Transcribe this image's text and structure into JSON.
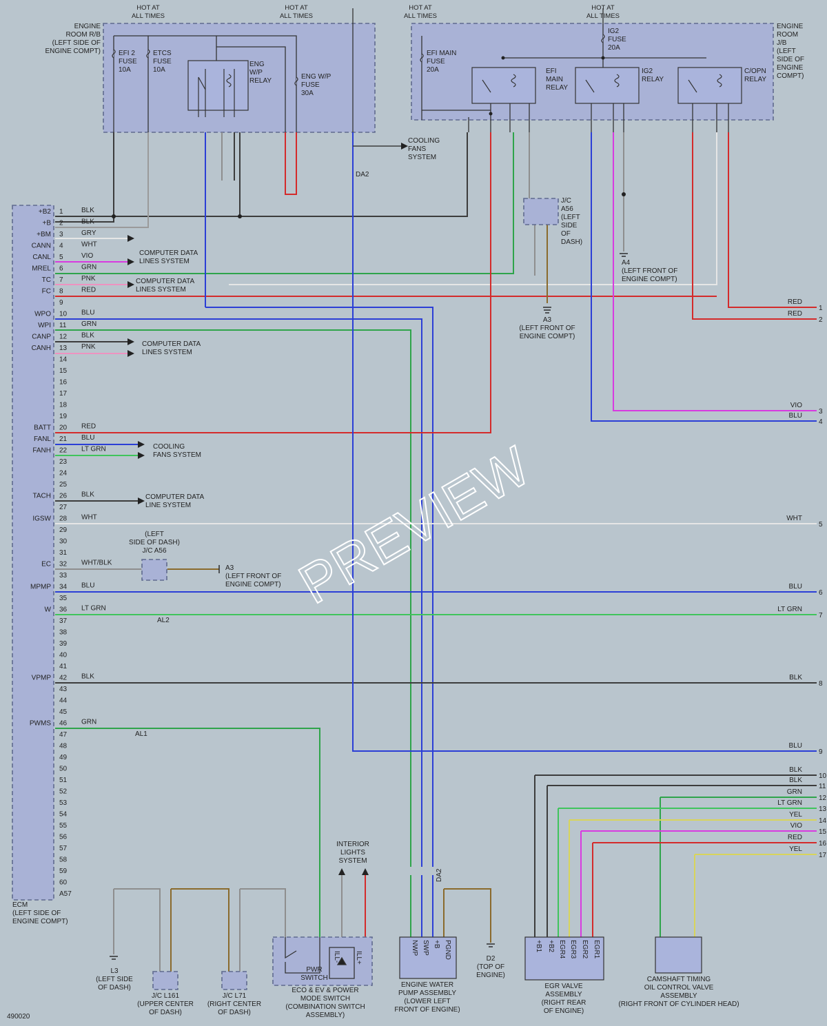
{
  "hot_text": [
    "HOT AT",
    "ALL TIMES"
  ],
  "engine_room_rb": [
    "ENGINE",
    "ROOM R/B",
    "(LEFT SIDE OF",
    "ENGINE COMPT)"
  ],
  "engine_room_jb": [
    "ENGINE",
    "ROOM",
    "J/B",
    "(LEFT",
    "SIDE OF",
    "ENGINE",
    "COMPT)"
  ],
  "fuses": {
    "efi2": [
      "EFI 2",
      "FUSE",
      "10A"
    ],
    "etcs": [
      "ETCS",
      "FUSE",
      "10A"
    ],
    "engwp": [
      "ENG W/P",
      "FUSE",
      "30A"
    ],
    "efimain": [
      "EFI MAIN",
      "FUSE",
      "20A"
    ],
    "ig2": [
      "IG2",
      "FUSE",
      "20A"
    ]
  },
  "relays": {
    "engwp": [
      "ENG",
      "W/P",
      "RELAY"
    ],
    "efimain": [
      "EFI",
      "MAIN",
      "RELAY"
    ],
    "ig2": [
      "IG2",
      "RELAY"
    ],
    "copn": [
      "C/OPN",
      "RELAY"
    ]
  },
  "ecm": {
    "pins": [
      "1",
      "2",
      "3",
      "4",
      "5",
      "6",
      "7",
      "8",
      "9",
      "10",
      "11",
      "12",
      "13",
      "14",
      "15",
      "16",
      "17",
      "18",
      "19",
      "20",
      "21",
      "22",
      "23",
      "24",
      "25",
      "26",
      "27",
      "28",
      "29",
      "30",
      "31",
      "32",
      "33",
      "34",
      "35",
      "36",
      "37",
      "38",
      "39",
      "40",
      "41",
      "42",
      "43",
      "44",
      "45",
      "46",
      "47",
      "48",
      "49",
      "50",
      "51",
      "52",
      "53",
      "54",
      "55",
      "56",
      "57",
      "58",
      "59",
      "60"
    ],
    "pin_names": [
      {
        "pin": 1,
        "name": "+B2"
      },
      {
        "pin": 2,
        "name": "+B"
      },
      {
        "pin": 3,
        "name": "+BM"
      },
      {
        "pin": 4,
        "name": "CANN"
      },
      {
        "pin": 5,
        "name": "CANL"
      },
      {
        "pin": 6,
        "name": "MREL"
      },
      {
        "pin": 7,
        "name": "TC"
      },
      {
        "pin": 8,
        "name": "FC"
      },
      {
        "pin": 10,
        "name": "WPO"
      },
      {
        "pin": 11,
        "name": "WPI"
      },
      {
        "pin": 12,
        "name": "CANP"
      },
      {
        "pin": 13,
        "name": "CANH"
      },
      {
        "pin": 20,
        "name": "BATT"
      },
      {
        "pin": 21,
        "name": "FANL"
      },
      {
        "pin": 22,
        "name": "FANH"
      },
      {
        "pin": 26,
        "name": "TACH"
      },
      {
        "pin": 28,
        "name": "IGSW"
      },
      {
        "pin": 32,
        "name": "EC"
      },
      {
        "pin": 34,
        "name": "MPMP"
      },
      {
        "pin": 36,
        "name": "W"
      },
      {
        "pin": 42,
        "name": "VPMP"
      },
      {
        "pin": 46,
        "name": "PWMS"
      }
    ],
    "wire_colors": [
      {
        "pin": 1,
        "c": "BLK"
      },
      {
        "pin": 2,
        "c": "BLK"
      },
      {
        "pin": 3,
        "c": "GRY"
      },
      {
        "pin": 4,
        "c": "WHT"
      },
      {
        "pin": 5,
        "c": "VIO"
      },
      {
        "pin": 6,
        "c": "GRN"
      },
      {
        "pin": 7,
        "c": "PNK"
      },
      {
        "pin": 8,
        "c": "RED"
      },
      {
        "pin": 10,
        "c": "BLU"
      },
      {
        "pin": 11,
        "c": "GRN"
      },
      {
        "pin": 12,
        "c": "BLK"
      },
      {
        "pin": 13,
        "c": "PNK"
      },
      {
        "pin": 20,
        "c": "RED"
      },
      {
        "pin": 21,
        "c": "BLU"
      },
      {
        "pin": 22,
        "c": "LT GRN"
      },
      {
        "pin": 26,
        "c": "BLK"
      },
      {
        "pin": 28,
        "c": "WHT"
      },
      {
        "pin": 32,
        "c": "WHT/BLK"
      },
      {
        "pin": 34,
        "c": "BLU"
      },
      {
        "pin": 36,
        "c": "LT GRN"
      },
      {
        "pin": 42,
        "c": "BLK"
      },
      {
        "pin": 46,
        "c": "GRN"
      }
    ],
    "connector": "A57",
    "label": [
      "ECM",
      "(LEFT SIDE OF",
      "ENGINE COMPT)"
    ]
  },
  "labels": {
    "computer_data": [
      "COMPUTER DATA",
      "LINES SYSTEM"
    ],
    "computer_data_line": [
      "COMPUTER DATA",
      "LINE SYSTEM"
    ],
    "cooling_fans": [
      "COOLING",
      "FANS SYSTEM"
    ],
    "cooling_fans_top": [
      "COOLING",
      "FANS",
      "SYSTEM"
    ],
    "jc_a56_left": [
      "(LEFT",
      "SIDE OF DASH)",
      "J/C A56"
    ],
    "jc_a56_top": [
      "J/C",
      "A56",
      "(LEFT",
      "SIDE",
      "OF",
      "DASH)"
    ],
    "a3_left": [
      "A3",
      "(LEFT FRONT OF",
      "ENGINE COMPT)"
    ],
    "a3_mid": [
      "A3",
      "(LEFT FRONT OF",
      "ENGINE COMPT)"
    ],
    "a4": [
      "A4",
      "(LEFT FRONT OF",
      "ENGINE COMPT)"
    ],
    "interior": [
      "INTERIOR",
      "LIGHTS",
      "SYSTEM"
    ],
    "l3": [
      "L3",
      "(LEFT SIDE",
      "OF DASH)"
    ],
    "jc_l161": [
      "J/C L161",
      "(UPPER CENTER",
      "OF DASH)"
    ],
    "jc_l71": [
      "J/C L71",
      "(RIGHT CENTER",
      "OF DASH)"
    ],
    "pwr_switch": [
      "PWR",
      "SWITCH"
    ],
    "eco_switch": [
      "ECO & EV & POWER",
      "MODE SWITCH",
      "(COMBINATION SWITCH",
      "ASSEMBLY)"
    ],
    "water_pump": [
      "ENGINE WATER",
      "PUMP ASSEMBLY",
      "(LOWER LEFT",
      "FRONT OF ENGINE)"
    ],
    "d2": [
      "D2",
      "(TOP OF",
      "ENGINE)"
    ],
    "egr": [
      "EGR VALVE",
      "ASSEMBLY",
      "(RIGHT REAR",
      "OF ENGINE)"
    ],
    "camshaft": [
      "CAMSHAFT TIMING",
      "OIL CONTROL VALVE",
      "ASSEMBLY",
      "(RIGHT FRONT OF CYLINDER HEAD)"
    ]
  },
  "connectors": {
    "da2": "DA2",
    "al2": "AL2",
    "al1": "AL1",
    "ill_minus": "ILL-",
    "ill_plus": "ILL+"
  },
  "water_pump_pins": [
    "NWP",
    "SWP",
    "+B",
    "PGND"
  ],
  "egr_pins": [
    "+B1",
    "+B2",
    "EGR4",
    "EGR3",
    "EGR2",
    "EGR1"
  ],
  "right_wires": [
    {
      "num": "1",
      "color": "RED"
    },
    {
      "num": "2",
      "color": "RED"
    },
    {
      "num": "3",
      "color": "VIO"
    },
    {
      "num": "4",
      "color": "BLU"
    },
    {
      "num": "5",
      "color": "WHT"
    },
    {
      "num": "6",
      "color": "BLU"
    },
    {
      "num": "7",
      "color": "LT GRN"
    },
    {
      "num": "8",
      "color": "BLK"
    },
    {
      "num": "9",
      "color": "BLU"
    },
    {
      "num": "10",
      "color": "BLK"
    },
    {
      "num": "11",
      "color": "BLK"
    },
    {
      "num": "12",
      "color": "GRN"
    },
    {
      "num": "13",
      "color": "LT GRN"
    },
    {
      "num": "14",
      "color": "YEL"
    },
    {
      "num": "15",
      "color": "VIO"
    },
    {
      "num": "16",
      "color": "RED"
    },
    {
      "num": "17",
      "color": "YEL"
    }
  ],
  "diagram_code": "490020",
  "watermark": "PREVIEW",
  "wire_colors_hex": {
    "BLK": "#3c3c3c",
    "RED": "#d42a2a",
    "BLU": "#2b3ed6",
    "GRN": "#2ea44a",
    "LT GRN": "#3fc45c",
    "GRY": "#9a9a9a",
    "WHT": "#e6e6e6",
    "VIO": "#d83ae0",
    "PNK": "#ee92c0",
    "YEL": "#d8d45a",
    "BRN": "#8a6a2c",
    "WHT/BLK": "#8e8e8e"
  }
}
